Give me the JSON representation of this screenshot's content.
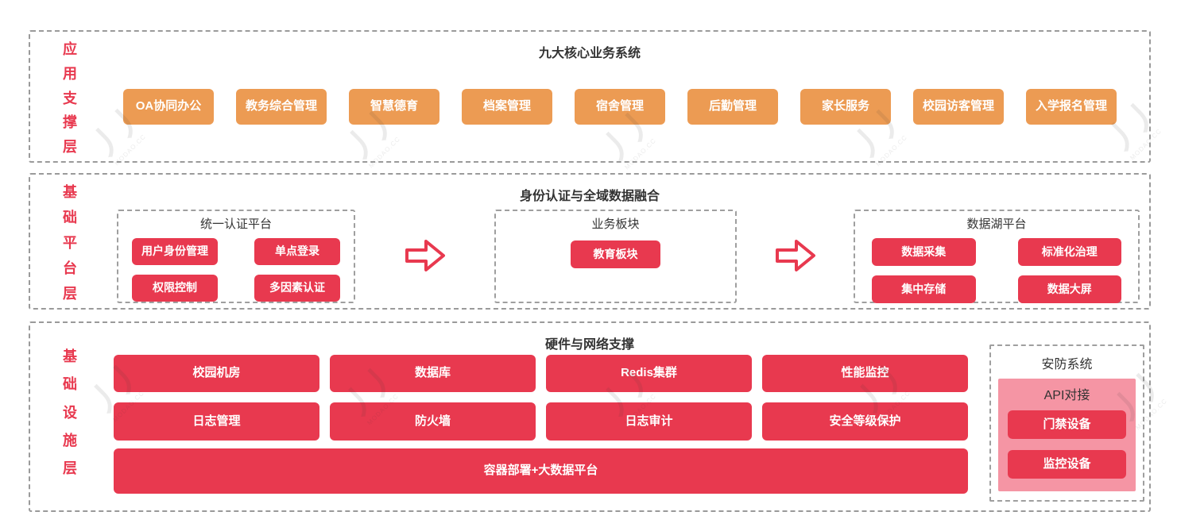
{
  "colors": {
    "accent_red": "#E8394F",
    "accent_orange": "#EC9B53",
    "panel_pink": "#F595A4",
    "dashed_border_gray": "#9A9A9A",
    "title_ink": "#333333"
  },
  "watermark": {
    "logo": "丿丿",
    "text": "MODAO.CC"
  },
  "layers": [
    {
      "label": "应用支撑层",
      "title": "九大核心业务系统",
      "buttons": [
        "OA协同办公",
        "教务综合管理",
        "智慧德育",
        "档案管理",
        "宿舍管理",
        "后勤管理",
        "家长服务",
        "校园访客管理",
        "入学报名管理"
      ]
    },
    {
      "label": "基础平台层",
      "title": "身份认证与全域数据融合",
      "groups": [
        {
          "title": "统一认证平台",
          "buttons": [
            "用户身份管理",
            "单点登录",
            "权限控制",
            "多因素认证"
          ]
        },
        {
          "title": "业务板块",
          "buttons": [
            "教育板块"
          ]
        },
        {
          "title": "数据湖平台",
          "buttons": [
            "数据采集",
            "标准化治理",
            "集中存储",
            "数据大屏"
          ]
        }
      ]
    },
    {
      "label": "基础设施层",
      "title": "硬件与网络支撑",
      "nodes": [
        "校园机房",
        "数据库",
        "Redis集群",
        "性能监控",
        "日志管理",
        "防火墙",
        "日志审计",
        "安全等级保护"
      ],
      "full_width_node": "容器部署+大数据平台",
      "security": {
        "title": "安防系统",
        "subtitle": "API对接",
        "buttons": [
          "门禁设备",
          "监控设备"
        ]
      }
    }
  ]
}
